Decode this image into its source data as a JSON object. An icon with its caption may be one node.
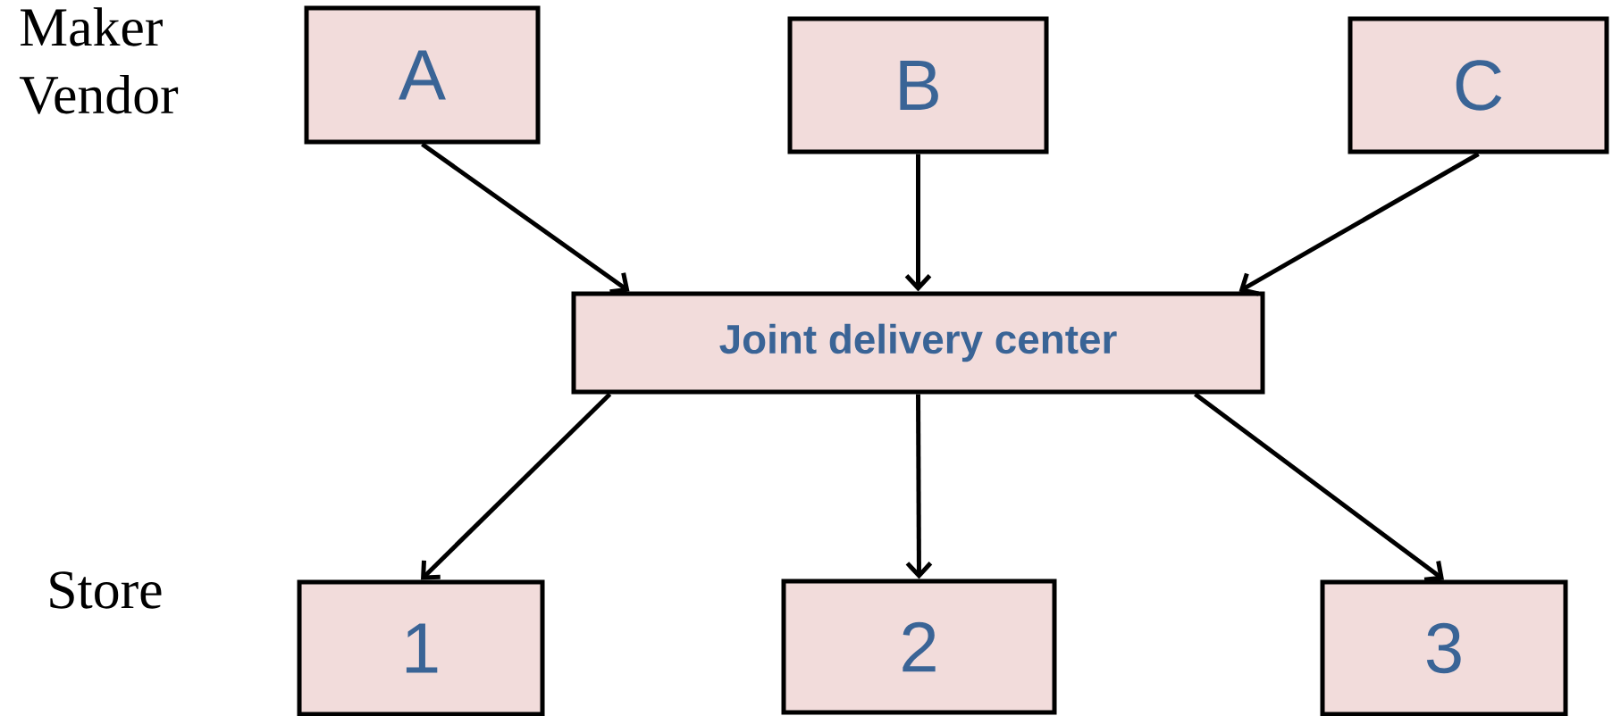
{
  "diagram": {
    "nodes": [
      {
        "text": [
          "A"
        ]
      },
      {
        "text": [
          "B"
        ]
      },
      {
        "text": [
          "C"
        ]
      },
      {
        "text": [
          "Joint delivery center"
        ]
      },
      {
        "text": [
          "1"
        ]
      },
      {
        "text": [
          "2"
        ]
      },
      {
        "text": [
          "3"
        ]
      }
    ],
    "edges": [
      {
        "from": 0,
        "to": 3,
        "arrow": "to"
      },
      {
        "from": 1,
        "to": 3,
        "arrow": "to"
      },
      {
        "from": 2,
        "to": 3,
        "arrow": "to"
      },
      {
        "from": 3,
        "to": 4,
        "arrow": "to"
      },
      {
        "from": 3,
        "to": 5,
        "arrow": "to"
      },
      {
        "from": 3,
        "to": 6,
        "arrow": "to"
      }
    ],
    "labels": [
      "Maker Vendor",
      "Store"
    ]
  }
}
